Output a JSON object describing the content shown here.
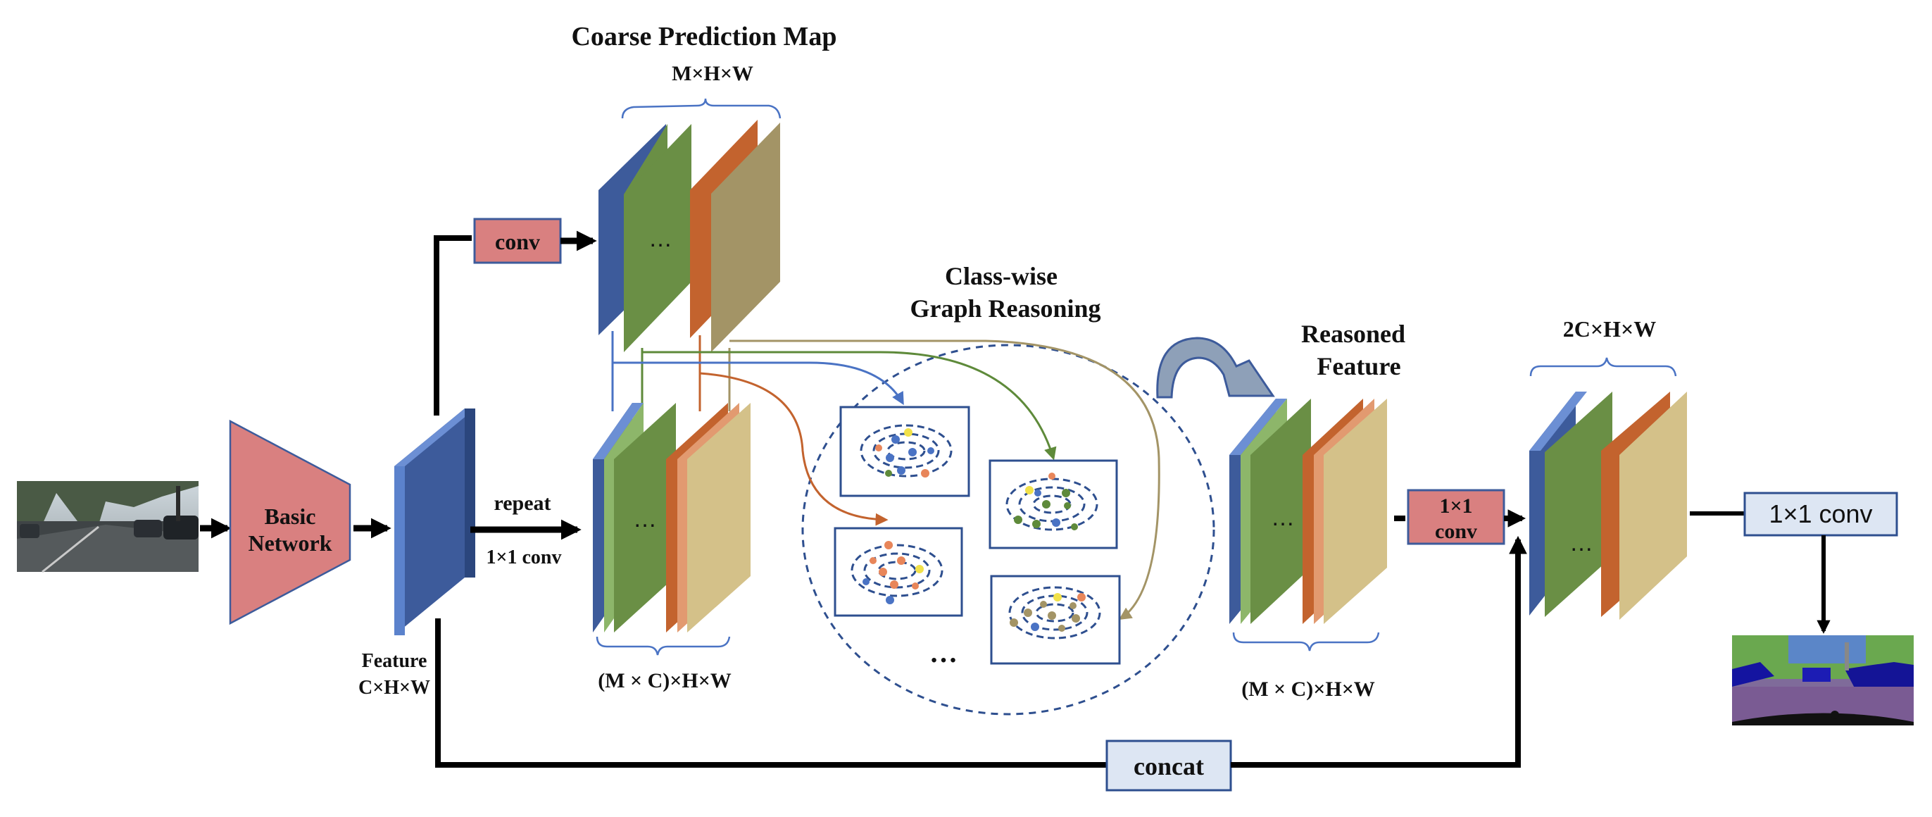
{
  "labels": {
    "basic_network_line1": "Basic",
    "basic_network_line2": "Network",
    "feature_line1": "Feature",
    "feature_line2": "C×H×W",
    "conv": "conv",
    "repeat": "repeat",
    "conv_1x1_small": "1×1 conv",
    "coarse_title": "Coarse Prediction Map",
    "coarse_dims": "M×H×W",
    "repeated_dims": "(M × C)×H×W",
    "graph_title_line1": "Class-wise",
    "graph_title_line2": "Graph Reasoning",
    "reasoned_line1": "Reasoned",
    "reasoned_line2": "Feature",
    "reasoned_dims": "(M × C)×H×W",
    "conv_box_line1": "1×1",
    "conv_box_line2": "conv",
    "concat_dims": "2C×H×W",
    "final_conv": "1×1 conv",
    "concat": "concat",
    "ellipsis": "…"
  },
  "colors": {
    "pink": "#d98080",
    "blue": "#3d5b9b",
    "blue_light": "#5b82cc",
    "green": "#6a8f45",
    "green_light": "#8db66a",
    "orange": "#c3632e",
    "orange_light": "#e29a70",
    "tan": "#a39466",
    "tan_light": "#d4c189",
    "dashed_blue": "#2e4f8f",
    "light_box": "#dde6f3"
  },
  "icons": {
    "street_photo": "street-scene-photo",
    "segmentation_map": "segmentation-map",
    "curved_arrow": "curved-arrow-icon"
  }
}
